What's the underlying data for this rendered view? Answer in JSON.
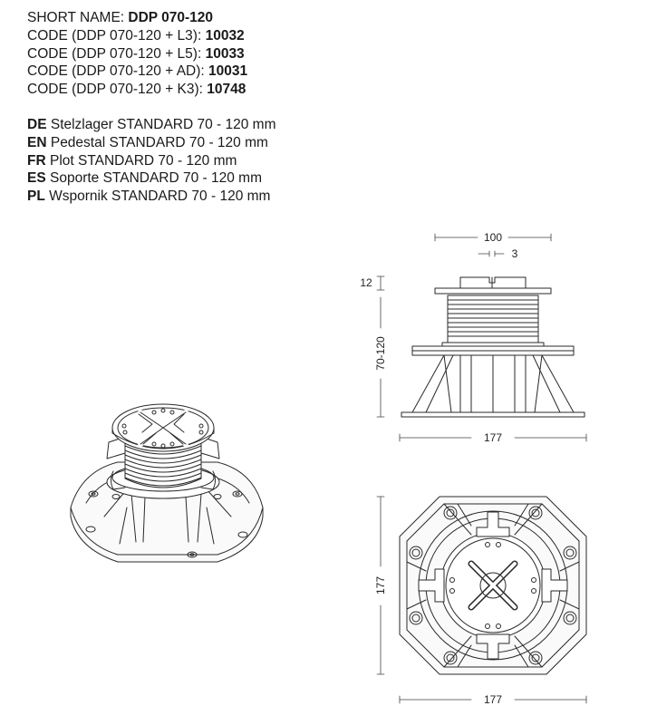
{
  "spec": {
    "short_name_label": "SHORT NAME: ",
    "short_name_value": "DDP 070-120",
    "codes": [
      {
        "label": "CODE (DDP 070-120 + L3): ",
        "value": "10032"
      },
      {
        "label": "CODE (DDP 070-120 + L5): ",
        "value": "10033"
      },
      {
        "label": "CODE (DDP 070-120 + AD): ",
        "value": "10031"
      },
      {
        "label": "CODE (DDP 070-120 + K3): ",
        "value": "10748"
      }
    ],
    "translations": [
      {
        "lang": "DE",
        "text": " Stelzlager STANDARD 70 - 120 mm"
      },
      {
        "lang": "EN",
        "text": " Pedestal STANDARD 70 - 120 mm"
      },
      {
        "lang": "FR",
        "text": " Plot  STANDARD 70 - 120 mm"
      },
      {
        "lang": "ES",
        "text": " Soporte STANDARD 70 - 120 mm"
      },
      {
        "lang": "PL",
        "text": " Wspornik STANDARD 70 - 120 mm"
      }
    ]
  },
  "dimensions": {
    "top_width": "100",
    "slot_width": "3",
    "head_height": "12",
    "height_range": "70-120",
    "base_width_side": "177",
    "plan_height": "177",
    "plan_width": "177"
  }
}
